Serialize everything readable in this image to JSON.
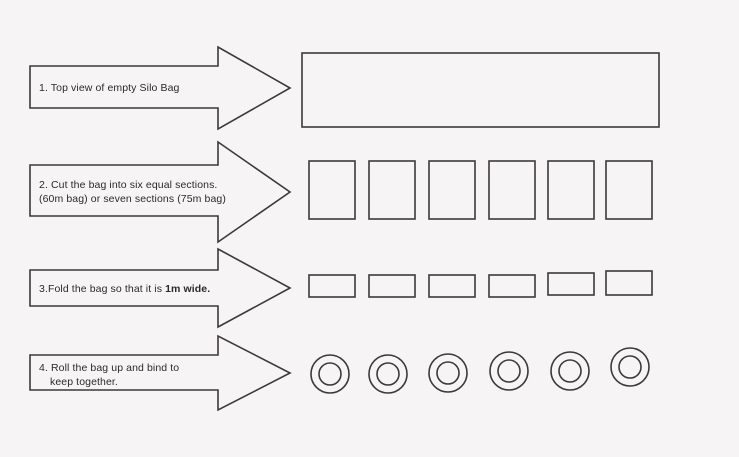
{
  "steps": [
    {
      "number": "1.",
      "text": "Top view of empty Silo Bag"
    },
    {
      "number": "2.",
      "line1": "Cut the bag into six equal sections.",
      "line2": "(60m bag) or seven sections (75m bag)"
    },
    {
      "number": "3.",
      "text_before": "Fold the bag so that it is ",
      "text_bold": "1m wide."
    },
    {
      "number": "4.",
      "line1": "Roll the bag up and bind to",
      "line2": "keep together."
    }
  ],
  "colors": {
    "stroke": "#3a3a3a",
    "background": "#f7f4f5"
  },
  "icons": {
    "section": "rectangle-outline",
    "folded": "flat-rectangle-outline",
    "rolled": "concentric-circles"
  }
}
